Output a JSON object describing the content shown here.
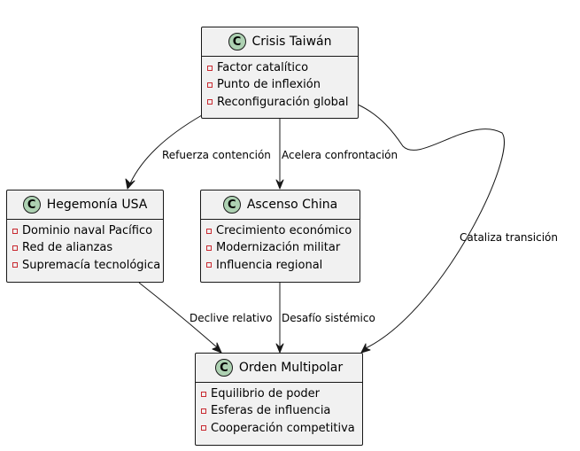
{
  "classes": {
    "crisis": {
      "badge": "C",
      "name": "Crisis Taiwán",
      "attributes": [
        "Factor catalítico",
        "Punto de inflexión",
        "Reconfiguración global"
      ]
    },
    "hegemonia": {
      "badge": "C",
      "name": "Hegemonía USA",
      "attributes": [
        "Dominio naval Pacífico",
        "Red de alianzas",
        "Supremacía tecnológica"
      ]
    },
    "ascenso": {
      "badge": "C",
      "name": "Ascenso China",
      "attributes": [
        "Crecimiento económico",
        "Modernización militar",
        "Influencia regional"
      ]
    },
    "orden": {
      "badge": "C",
      "name": "Orden Multipolar",
      "attributes": [
        "Equilibrio de poder",
        "Esferas de influencia",
        "Cooperación competitiva"
      ]
    }
  },
  "edges": {
    "crisis_hegemonia": "Refuerza contención",
    "crisis_ascenso": "Acelera confrontación",
    "crisis_orden": "Cataliza transición",
    "hegemonia_orden": "Declive relativo",
    "ascenso_orden": "Desafío sistémico"
  },
  "colors": {
    "class_fill": "#f1f1f1",
    "border": "#181818",
    "class_badge": "#add1b2",
    "private_marker": "#c82930"
  }
}
